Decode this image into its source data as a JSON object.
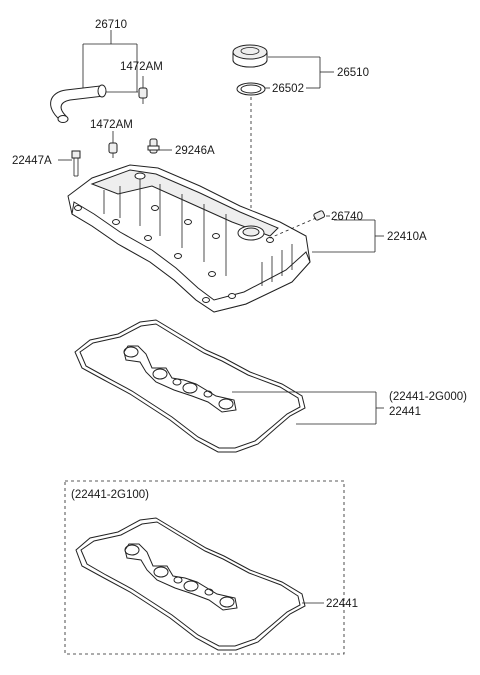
{
  "labels": {
    "l26710": "26710",
    "l1472am_top": "1472AM",
    "l1472am_bottom": "1472AM",
    "l26510": "26510",
    "l26502": "26502",
    "l29246a": "29246A",
    "l22447a": "22447A",
    "l26740": "26740",
    "l22410a": "22410A",
    "l22441_g000": "(22441-2G000)",
    "l22441_a": "22441",
    "l22441_g100": "(22441-2G100)",
    "l22441_b": "22441"
  }
}
